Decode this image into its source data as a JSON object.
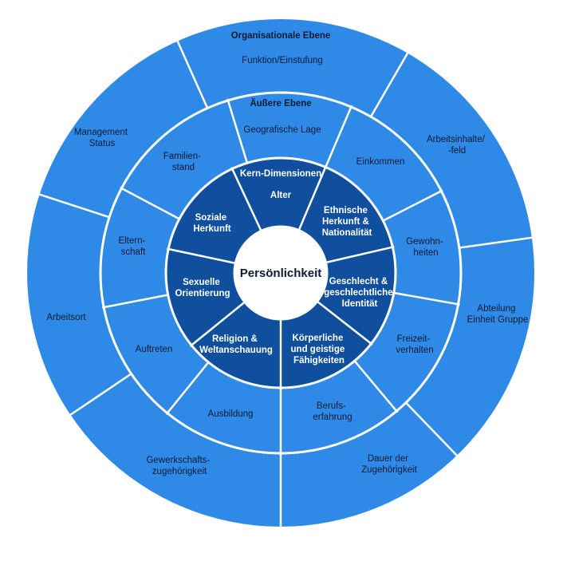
{
  "colors": {
    "outer_ring": "#2f89e6",
    "middle_ring": "#2f89e6",
    "inner_ring": "#0f4f9e",
    "divider": "#ffffff",
    "center": "#ffffff",
    "dark_text": "#0f1b33",
    "light_text": "#ffffff"
  },
  "rings": {
    "outer": {
      "title": "Organisationale Ebene",
      "segments": [
        {
          "id": "funktion",
          "label": [
            "Funktion/Einstufung"
          ]
        },
        {
          "id": "arbeitsinhalte",
          "label": [
            "Arbeitsinhalte/",
            "-feld"
          ]
        },
        {
          "id": "abteilung",
          "label": [
            "Abteilung",
            "Einheit Gruppe"
          ]
        },
        {
          "id": "dauer",
          "label": [
            "Dauer der",
            "Zugehörigkeit"
          ]
        },
        {
          "id": "gewerkschaft",
          "label": [
            "Gewerkschafts-",
            "zugehörigkeit"
          ]
        },
        {
          "id": "arbeitsort",
          "label": [
            "Arbeitsort"
          ]
        },
        {
          "id": "management",
          "label": [
            "Management",
            "Status"
          ]
        }
      ]
    },
    "middle": {
      "title": "Äußere Ebene",
      "segments": [
        {
          "id": "geografische-lage",
          "label": [
            "Geografische Lage"
          ]
        },
        {
          "id": "einkommen",
          "label": [
            "Einkommen"
          ]
        },
        {
          "id": "gewohnheiten",
          "label": [
            "Gewohn-",
            "heiten"
          ]
        },
        {
          "id": "freizeitverhalten",
          "label": [
            "Freizeit-",
            "verhalten"
          ]
        },
        {
          "id": "berufserfahrung",
          "label": [
            "Berufs-",
            "erfahrung"
          ]
        },
        {
          "id": "ausbildung",
          "label": [
            "Ausbildung"
          ]
        },
        {
          "id": "auftreten",
          "label": [
            "Auftreten"
          ]
        },
        {
          "id": "elternschaft",
          "label": [
            "Eltern-",
            "schaft"
          ]
        },
        {
          "id": "familienstand",
          "label": [
            "Familien-",
            "stand"
          ]
        }
      ]
    },
    "inner": {
      "title": "Kern-Dimensionen",
      "segments": [
        {
          "id": "alter",
          "label": [
            "Alter"
          ]
        },
        {
          "id": "ethnische-herkunft",
          "label": [
            "Ethnische",
            "Herkunft &",
            "Nationalität"
          ]
        },
        {
          "id": "geschlecht",
          "label": [
            "Geschlecht &",
            "geschlechtliche",
            "Identität"
          ]
        },
        {
          "id": "koerperliche-faehigkeiten",
          "label": [
            "Körperliche",
            "und geistige",
            "Fähigkeiten"
          ]
        },
        {
          "id": "religion",
          "label": [
            "Religion &",
            "Weltanschauung"
          ]
        },
        {
          "id": "sexuelle-orientierung",
          "label": [
            "Sexuelle",
            "Orientierung"
          ]
        },
        {
          "id": "soziale-herkunft",
          "label": [
            "Soziale",
            "Herkunft"
          ]
        }
      ]
    }
  },
  "center": {
    "label": "Persönlichkeit"
  }
}
